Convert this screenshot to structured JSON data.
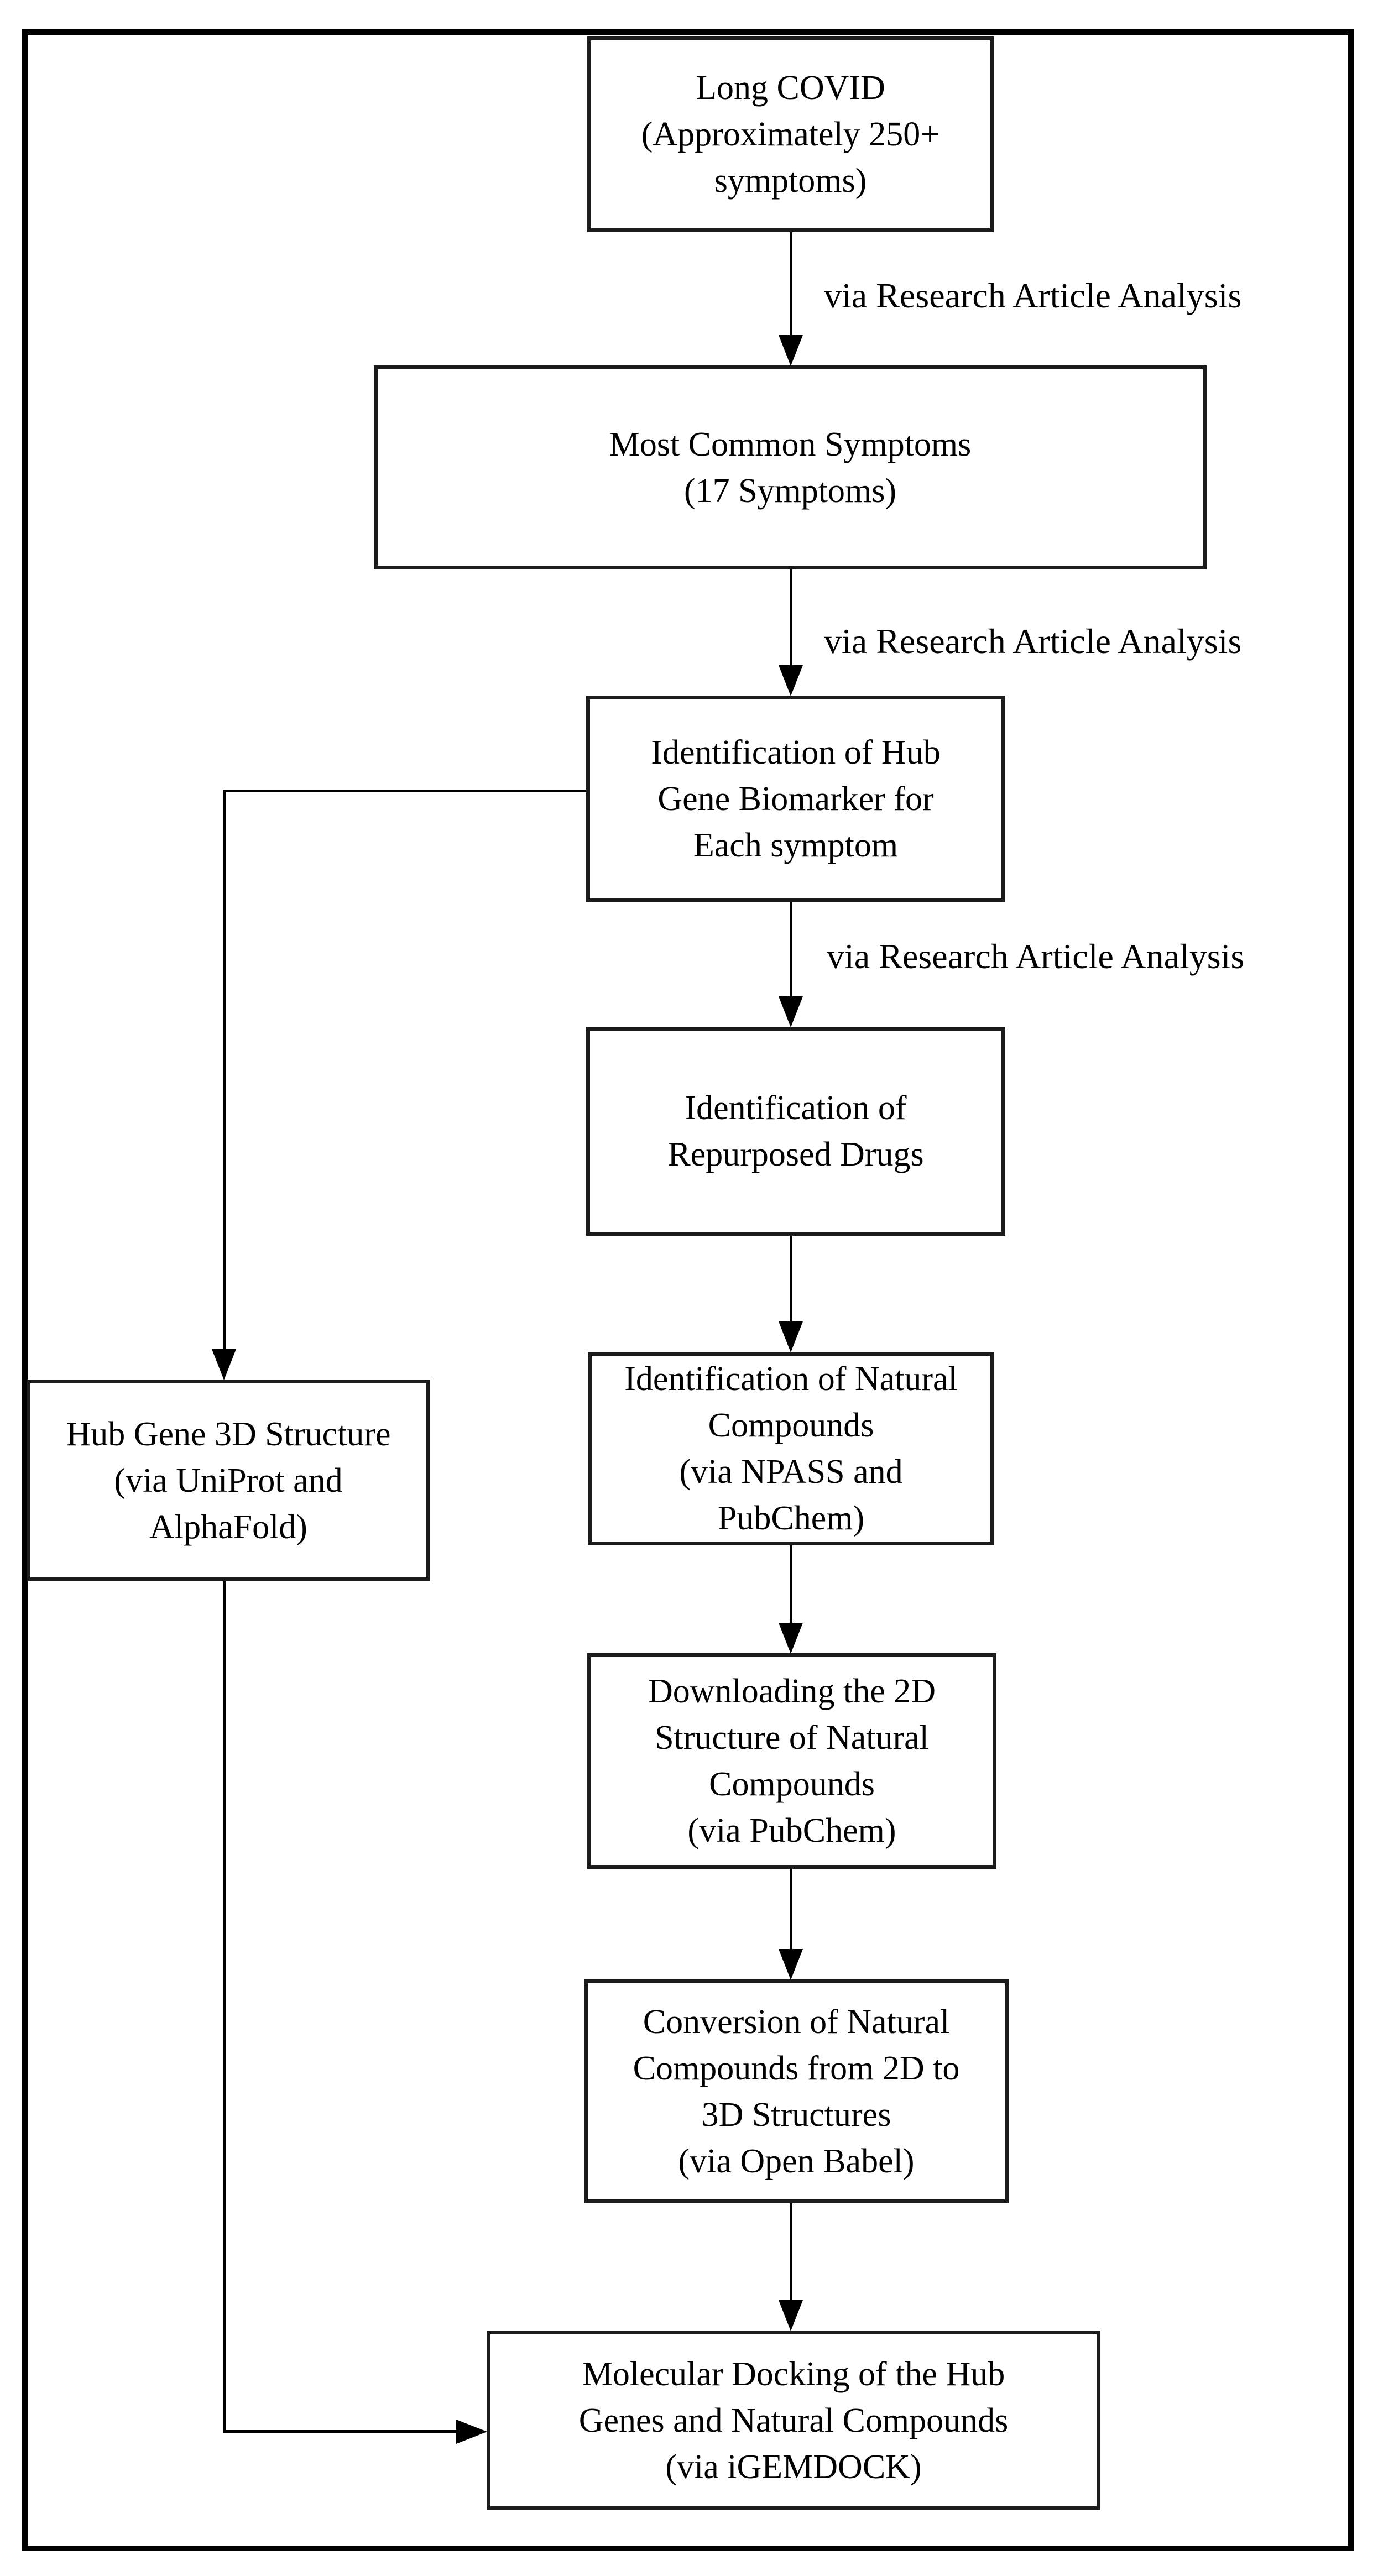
{
  "flowchart": {
    "colors": {
      "line": "#000000",
      "box_border": "#1b1b1b",
      "background": "#ffffff",
      "box_fill": "#ffffff"
    },
    "nodes": [
      {
        "id": "long-covid",
        "text": "Long COVID\n(Approximately 250+\nsymptoms)"
      },
      {
        "id": "most-common-symptoms",
        "text": "Most Common Symptoms\n(17 Symptoms)"
      },
      {
        "id": "hub-gene-biomarker",
        "text": "Identification of Hub\nGene Biomarker for\nEach symptom"
      },
      {
        "id": "repurposed-drugs",
        "text": "Identification of\nRepurposed Drugs"
      },
      {
        "id": "natural-compounds",
        "text": "Identification of Natural\nCompounds\n(via NPASS and\nPubChem)"
      },
      {
        "id": "download-2d",
        "text": "Downloading the 2D\nStructure of Natural\nCompounds\n(via PubChem)"
      },
      {
        "id": "conversion-2d-3d",
        "text": "Conversion of Natural\nCompounds from 2D to\n3D Structures\n(via Open Babel)"
      },
      {
        "id": "molecular-docking",
        "text": "Molecular Docking of the Hub\nGenes and Natural Compounds\n(via iGEMDOCK)"
      },
      {
        "id": "hub-gene-3d",
        "text": "Hub Gene 3D Structure\n(via UniProt and\nAlphaFold)"
      }
    ],
    "edge_labels": [
      {
        "id": "label-1",
        "text": "via Research Article Analysis"
      },
      {
        "id": "label-2",
        "text": "via Research Article Analysis"
      },
      {
        "id": "label-3",
        "text": "via Research Article Analysis"
      }
    ]
  }
}
